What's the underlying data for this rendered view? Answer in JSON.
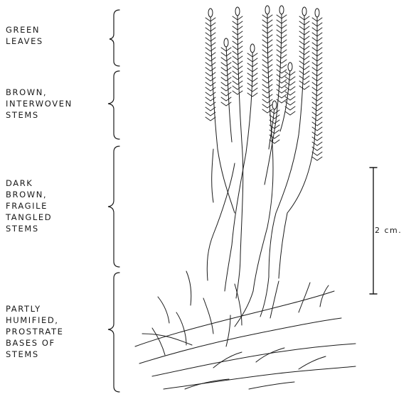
{
  "zones": [
    {
      "label": "GREEN\nLEAVES"
    },
    {
      "label": "BROWN,\nINTERWOVEN\nSTEMS"
    },
    {
      "label": "DARK\nBROWN,\nFRAGILE\nTANGLED\nSTEMS"
    },
    {
      "label": "PARTLY\nHUMIFIED,\nPROSTRATE\nBASES OF\nSTEMS"
    }
  ],
  "scale_bar": {
    "label": "2 cm."
  },
  "colors": {
    "ink": "#1a1a1a",
    "background": "#ffffff"
  }
}
